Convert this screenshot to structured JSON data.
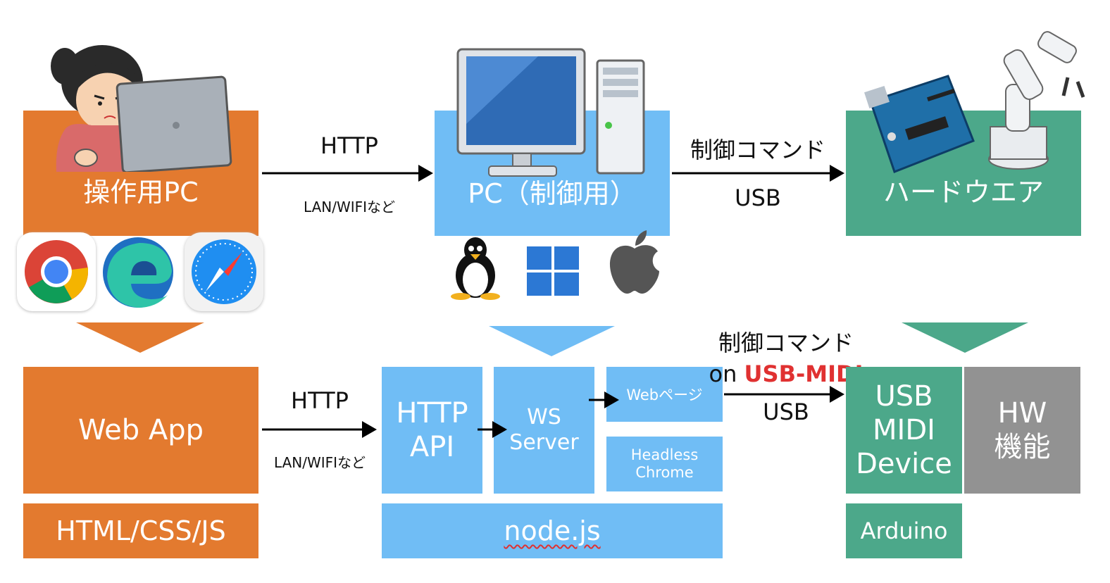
{
  "colors": {
    "orange": "#e37a2f",
    "blue": "#70bdf5",
    "green": "#4ca88a",
    "gray": "#929292",
    "accent_red": "#e03131"
  },
  "top_row": {
    "operator_pc": {
      "label": "操作用PC",
      "icon": "person-at-laptop-icon"
    },
    "http_link": {
      "protocol": "HTTP",
      "medium": "LAN/WIFIなど"
    },
    "control_pc": {
      "label": "PC（制御用）",
      "icon": "desktop-computer-icon"
    },
    "control_link": {
      "command": "制御コマンド",
      "medium": "USB"
    },
    "hardware": {
      "label": "ハードウエア",
      "icons": [
        "arduino-board-icon",
        "robot-arm-icon"
      ]
    }
  },
  "browsers": [
    "chrome-icon",
    "edge-icon",
    "safari-icon"
  ],
  "os_icons": [
    "linux-tux-icon",
    "windows-icon",
    "apple-icon"
  ],
  "bottom_row": {
    "web_app": {
      "label": "Web App",
      "tech": "HTML/CSS/JS"
    },
    "http_link": {
      "protocol": "HTTP",
      "medium": "LAN/WIFIなど"
    },
    "http_api": {
      "line1": "HTTP",
      "line2": "API"
    },
    "ws_server": {
      "line1": "WS",
      "line2": "Server"
    },
    "web_page": {
      "label": "Webページ"
    },
    "headless": {
      "line1": "Headless",
      "line2": "Chrome"
    },
    "node": {
      "label": "node.js"
    },
    "midi_link": {
      "command": "制御コマンド",
      "prefix": "on ",
      "protocol": "USB-MIDI",
      "medium": "USB"
    },
    "usb_midi": {
      "line1": "USB",
      "line2": "MIDI",
      "line3": "Device"
    },
    "hw_func": {
      "line1": "HW",
      "line2": "機能"
    },
    "arduino": {
      "label": "Arduino"
    }
  }
}
